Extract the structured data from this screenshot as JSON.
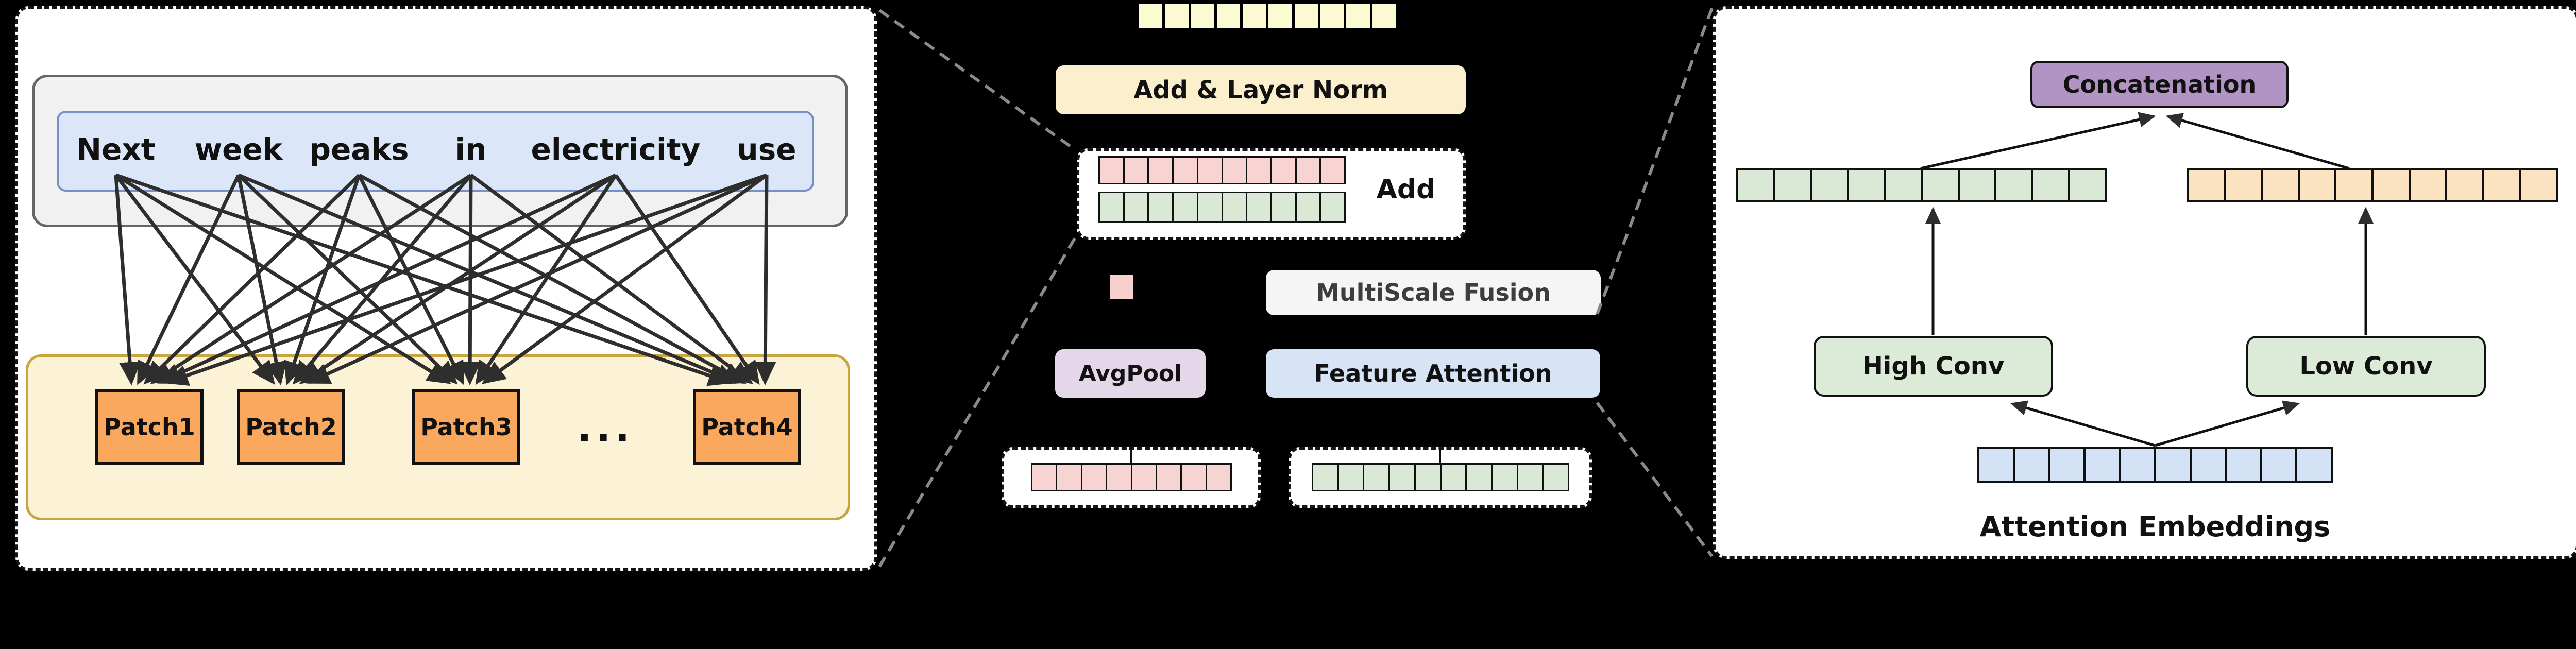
{
  "colors": {
    "panelBg": "#ffffff",
    "grayBox": "#F1F1F1",
    "blueBox": "#DBE7F8",
    "yellowBox": "#FCF3D6",
    "patch": "#F9A85E",
    "stripYellow": "#FCFAD0",
    "cream": "#FBEFCD",
    "pink": "#F7D3D1",
    "pinkSquare": "#F8CFCC",
    "green": "#D9E9D5",
    "lavender": "#E4D7E9",
    "lightBlue": "#D7E4F6",
    "nearWhite": "#F5F5F5",
    "purple": "#B193C4",
    "orange": "#FBE3C1",
    "blueCell": "#D4E2F6",
    "convGreen": "#DCEBD8",
    "arrow": "#2E2E2E",
    "dashedGuide": "#8A8A8A"
  },
  "left_panel": {
    "sentence_words": [
      "Next",
      "week",
      "peaks",
      "in",
      "electricity",
      "use"
    ],
    "patches": [
      "Patch1",
      "Patch2",
      "Patch3",
      "Patch4"
    ],
    "ellipsis": "..."
  },
  "middle": {
    "add_layer_norm_label": "Add & Layer Norm",
    "add_label": "Add",
    "multiscale_fusion_label": "MultiScale Fusion",
    "avgpool_label": "AvgPool",
    "feature_attention_label": "Feature Attention",
    "strips": {
      "output_cells": 10,
      "sum_pink_cells": 10,
      "sum_green_cells": 10,
      "pooled_cells": 8,
      "attended_cells": 10
    }
  },
  "right_panel": {
    "concatenation_label": "Concatenation",
    "high_conv_label": "High Conv",
    "low_conv_label": "Low Conv",
    "attention_embeddings_label": "Attention Embeddings",
    "strips": {
      "high_cells": 10,
      "low_cells": 10,
      "input_cells": 10
    }
  }
}
